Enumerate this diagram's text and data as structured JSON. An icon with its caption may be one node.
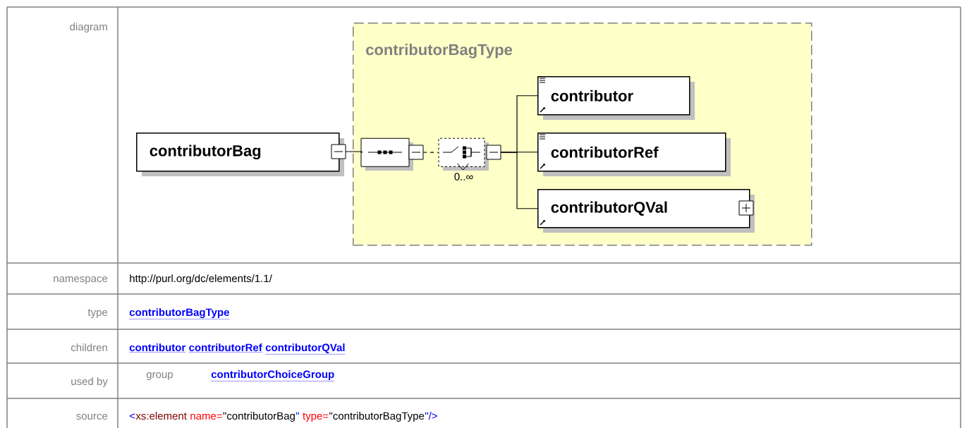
{
  "diagram": {
    "nodes": [
      {
        "text": [
          "contributorBag"
        ]
      },
      {
        "text": [
          "contributorBagType"
        ]
      },
      {
        "text": [],
        "shape": "octagon",
        "in": 1
      },
      {
        "text": [],
        "shape": "octagon",
        "in": 1,
        "beside": [
          "0..∞"
        ]
      },
      {
        "text": [
          "contributor"
        ],
        "in": 1
      },
      {
        "text": [
          "contributorRef"
        ],
        "in": 1
      },
      {
        "text": [
          "contributorQVal"
        ],
        "in": 1
      }
    ],
    "edges": [
      {
        "from": 0,
        "to": 2,
        "arrow": "none"
      },
      {
        "from": 2,
        "to": 3,
        "arrow": "none",
        "style": "dashed"
      },
      {
        "from": 3,
        "to": 4,
        "arrow": "none"
      },
      {
        "from": 3,
        "to": 5,
        "arrow": "none"
      },
      {
        "from": 3,
        "to": 6,
        "arrow": "none"
      }
    ],
    "labels": [
      "diagram",
      "namespace",
      "http://purl.org/dc/elements/1.1/",
      "type",
      "contributorBagType",
      "children",
      "contributor",
      "contributorRef",
      "contributorQVal",
      "used by",
      "group",
      "contributorChoiceGroup",
      "source",
      "<",
      "xs:element",
      "name=",
      "\"contributorBag",
      "\"",
      "type=",
      "\"contributorBagType",
      "\"/>"
    ]
  }
}
